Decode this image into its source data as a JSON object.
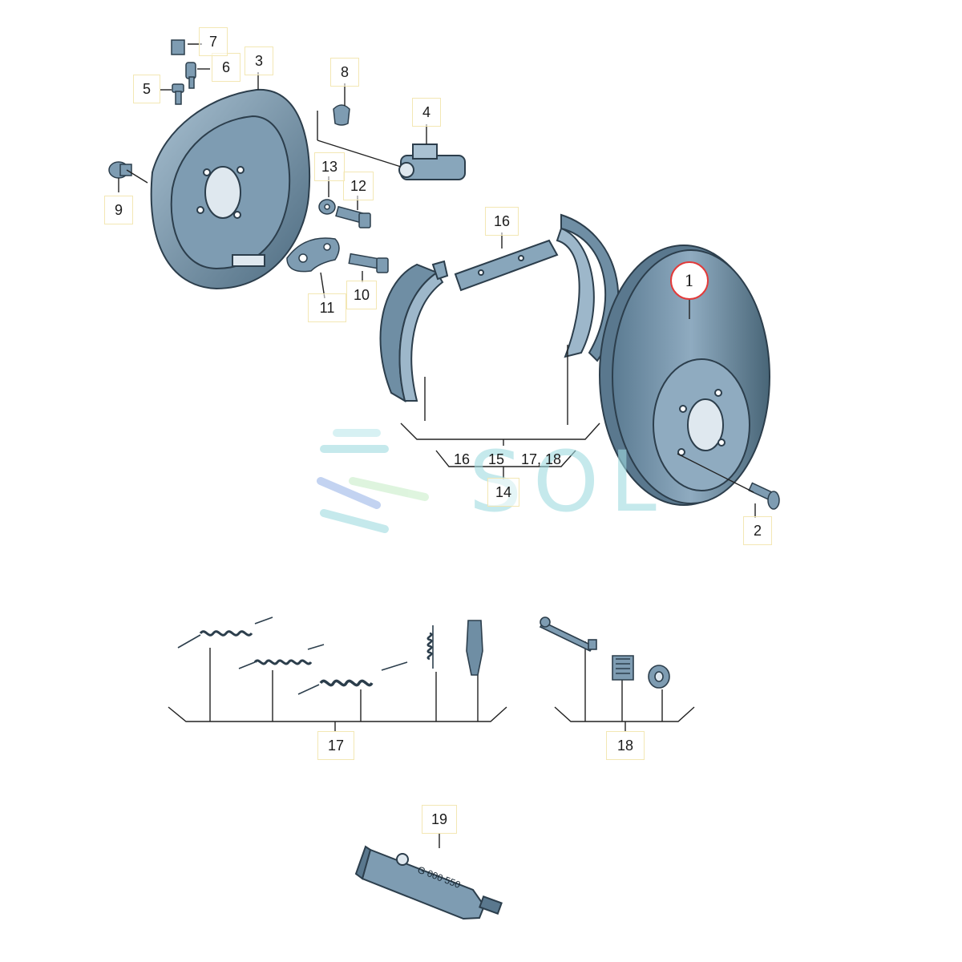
{
  "callouts": {
    "c1": "1",
    "c2": "2",
    "c3": "3",
    "c4": "4",
    "c5": "5",
    "c6": "6",
    "c7": "7",
    "c8": "8",
    "c9": "9",
    "c10": "10",
    "c11": "11",
    "c12": "12",
    "c13": "13",
    "c14": "14",
    "c16_top": "16",
    "c16_group": "16",
    "c15": "15",
    "c17_18": "17, 18",
    "c17": "17",
    "c18": "18",
    "c19": "19"
  },
  "watermark": {
    "text": "SOL"
  },
  "tube_label": "G 000 550",
  "colors": {
    "part_fill": "#6d8fa8",
    "part_light": "#9db7ca",
    "part_dark": "#3d586c",
    "highlight_circle": "#e23a3a",
    "watermark": "#9fdbe0"
  }
}
